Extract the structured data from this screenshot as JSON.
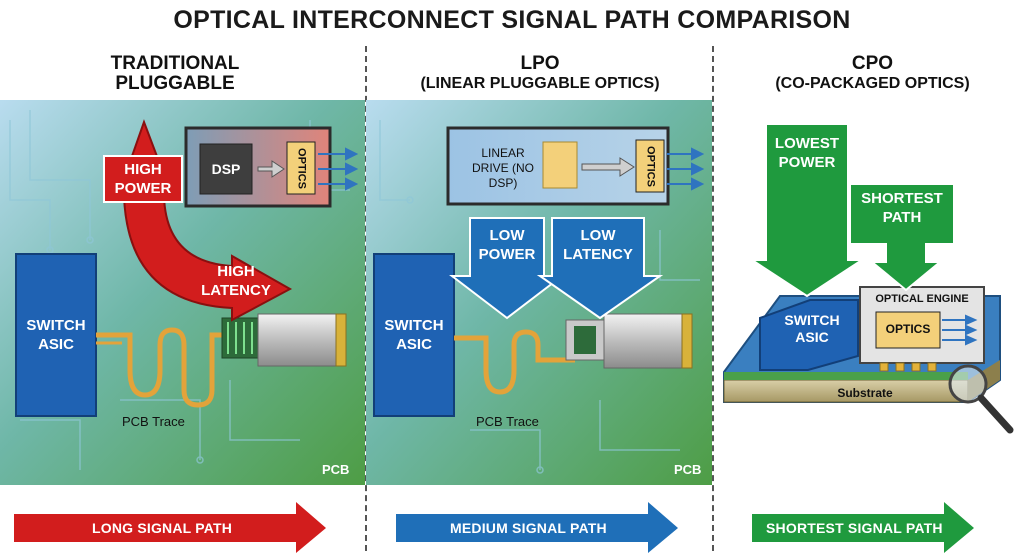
{
  "title": "OPTICAL INTERCONNECT SIGNAL PATH COMPARISON",
  "columns": {
    "traditional": {
      "heading_line1": "TRADITIONAL",
      "heading_line2": "PLUGGABLE",
      "module_chip": "DSP",
      "module_optics": "OPTICS",
      "callout_power": "HIGH POWER",
      "callout_latency": "HIGH LATENCY",
      "switch_label": "SWITCH ASIC",
      "trace_label": "PCB Trace",
      "board_label": "PCB",
      "path_label": "LONG SIGNAL PATH"
    },
    "lpo": {
      "heading_line1": "LPO",
      "heading_line2": "(LINEAR PLUGGABLE OPTICS)",
      "module_drive": "LINEAR DRIVE (NO DSP)",
      "module_optics": "OPTICS",
      "callout_power": "LOW POWER",
      "callout_latency": "LOW LATENCY",
      "switch_label": "SWITCH ASIC",
      "trace_label": "PCB Trace",
      "board_label": "PCB",
      "path_label": "MEDIUM SIGNAL PATH"
    },
    "cpo": {
      "heading_line1": "CPO",
      "heading_line2": "(CO-PACKAGED OPTICS)",
      "callout_power": "LOWEST POWER",
      "callout_path": "SHORTEST PATH",
      "engine_label": "OPTICAL ENGINE",
      "engine_optics": "OPTICS",
      "switch_label": "SWITCH ASIC",
      "substrate_label": "Substrate",
      "path_label": "SHORTEST SIGNAL PATH"
    }
  },
  "colors": {
    "red": "#d21d1d",
    "blue": "#1f6fb8",
    "green": "#1f9a3e",
    "asic": "#1f62b3"
  }
}
